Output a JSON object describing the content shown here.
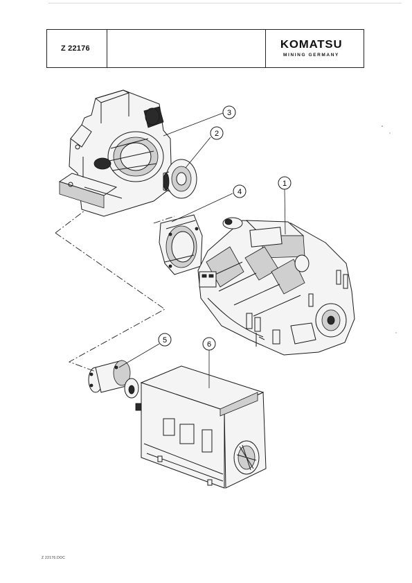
{
  "header": {
    "document_id": "Z 22176",
    "middle": "",
    "logo": {
      "brand": "KOMATSU",
      "subtitle": "MINING GERMANY"
    }
  },
  "callouts": [
    "1",
    "2",
    "3",
    "4",
    "5",
    "6"
  ],
  "footer": {
    "filename": "Z 22176.DOC"
  }
}
